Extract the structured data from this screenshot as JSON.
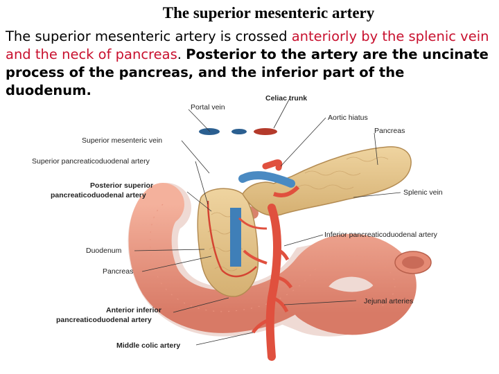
{
  "slide": {
    "title": "The superior mesenteric artery",
    "body": {
      "part1": "The superior mesenteric artery is crossed ",
      "part2_red": "anteriorly by the splenic vein and the neck of pancreas",
      "part3": ". ",
      "part4_bold": "Posterior to the artery are the uncinate process of the pancreas, and the inferior part of the duodenum."
    }
  },
  "figure": {
    "labels": {
      "portal_vein": "Portal vein",
      "celiac_trunk": "Celiac trunk",
      "aortic_hiatus": "Aortic hiatus",
      "pancreas_top": "Pancreas",
      "smv": "Superior mesenteric vein",
      "sup_pancreaticoduodenal": "Superior pancreaticoduodenal artery",
      "posterior_superior_1": "Posterior superior",
      "posterior_superior_2": "pancreaticoduodenal artery",
      "splenic_vein": "Splenic vein",
      "inferior_pancreaticoduodenal": "Inferior pancreaticoduodenal artery",
      "duodenum": "Duodenum",
      "pancreas_left": "Pancreas",
      "jejunal_arteries": "Jejunal arteries",
      "anterior_inferior_1": "Anterior inferior",
      "anterior_inferior_2": "pancreaticoduodenal artery",
      "middle_colic": "Middle colic artery"
    },
    "colors": {
      "artery": "#e0503e",
      "vein": "#3f7fb8",
      "pancreas": "#e6c68a",
      "duodenum": "#f0a08a",
      "text_red": "#c8102e"
    }
  }
}
